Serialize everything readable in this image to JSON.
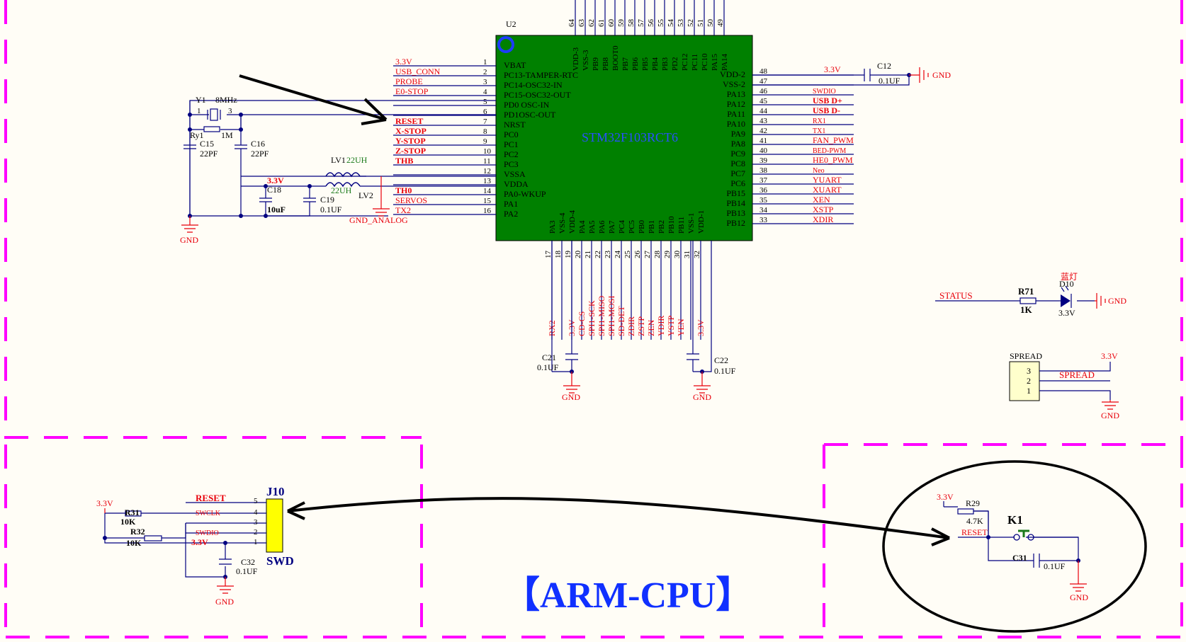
{
  "chip": {
    "designator": "U2",
    "part": "STM32F103RCT6",
    "left_pins": [
      {
        "num": "1",
        "name": "VBAT",
        "net": "3.3V"
      },
      {
        "num": "2",
        "name": "PC13-TAMPER-RTC",
        "net": "USB_CONN"
      },
      {
        "num": "3",
        "name": "PC14-OSC32-IN",
        "net": "PROBE"
      },
      {
        "num": "4",
        "name": "PC15-OSC32-OUT",
        "net": "E0-STOP"
      },
      {
        "num": "5",
        "name": "PD0 OSC-IN",
        "net": ""
      },
      {
        "num": "6",
        "name": "PD1OSC-OUT",
        "net": ""
      },
      {
        "num": "7",
        "name": "NRST",
        "net": "RESET"
      },
      {
        "num": "8",
        "name": "PC0",
        "net": "X-STOP"
      },
      {
        "num": "9",
        "name": "PC1",
        "net": "Y-STOP"
      },
      {
        "num": "10",
        "name": "PC2",
        "net": "Z-STOP"
      },
      {
        "num": "11",
        "name": "PC3",
        "net": "THB"
      },
      {
        "num": "12",
        "name": "VSSA",
        "net": ""
      },
      {
        "num": "13",
        "name": "VDDA",
        "net": ""
      },
      {
        "num": "14",
        "name": "PA0-WKUP",
        "net": "TH0"
      },
      {
        "num": "15",
        "name": "PA1",
        "net": "SERVOS"
      },
      {
        "num": "16",
        "name": "PA2",
        "net": "TX2"
      }
    ],
    "right_pins": [
      {
        "num": "48",
        "name": "VDD-2",
        "net": "3.3V"
      },
      {
        "num": "47",
        "name": "VSS-2",
        "net": ""
      },
      {
        "num": "46",
        "name": "PA13",
        "net": "SWDIO"
      },
      {
        "num": "45",
        "name": "PA12",
        "net": "USB D+"
      },
      {
        "num": "44",
        "name": "PA11",
        "net": "USB D-"
      },
      {
        "num": "43",
        "name": "PA10",
        "net": "RX1"
      },
      {
        "num": "42",
        "name": "PA9",
        "net": "TX1"
      },
      {
        "num": "41",
        "name": "PA8",
        "net": "FAN_PWM"
      },
      {
        "num": "40",
        "name": "PC9",
        "net": "BED-PWM"
      },
      {
        "num": "39",
        "name": "PC8",
        "net": "HE0_PWM"
      },
      {
        "num": "38",
        "name": "PC7",
        "net": "Neo"
      },
      {
        "num": "37",
        "name": "PC6",
        "net": "YUART"
      },
      {
        "num": "36",
        "name": "PB15",
        "net": "XUART"
      },
      {
        "num": "35",
        "name": "PB14",
        "net": "XEN"
      },
      {
        "num": "34",
        "name": "PB13",
        "net": "XSTP"
      },
      {
        "num": "33",
        "name": "PB12",
        "net": "XDIR"
      }
    ],
    "top_pins": [
      {
        "num": "64",
        "name": "VDD-3"
      },
      {
        "num": "63",
        "name": "VSS-3"
      },
      {
        "num": "62",
        "name": "PB9"
      },
      {
        "num": "61",
        "name": "PB8"
      },
      {
        "num": "60",
        "name": "BOOT0"
      },
      {
        "num": "59",
        "name": "PB7"
      },
      {
        "num": "58",
        "name": "PB6"
      },
      {
        "num": "57",
        "name": "PB5"
      },
      {
        "num": "56",
        "name": "PB4"
      },
      {
        "num": "55",
        "name": "PB3"
      },
      {
        "num": "54",
        "name": "PD2"
      },
      {
        "num": "53",
        "name": "PC12"
      },
      {
        "num": "52",
        "name": "PC11"
      },
      {
        "num": "51",
        "name": "PC10"
      },
      {
        "num": "50",
        "name": "PA15"
      },
      {
        "num": "49",
        "name": "PA14"
      }
    ],
    "bottom_pins": [
      {
        "num": "17",
        "name": "PA3",
        "net": "RX2"
      },
      {
        "num": "18",
        "name": "VSS-4",
        "net": ""
      },
      {
        "num": "19",
        "name": "VDD-4",
        "net": "3.3V"
      },
      {
        "num": "20",
        "name": "PA4",
        "net": "CD-CS"
      },
      {
        "num": "21",
        "name": "PA5",
        "net": "SPI1-SCK"
      },
      {
        "num": "22",
        "name": "PA6",
        "net": "SPI1-MISO"
      },
      {
        "num": "23",
        "name": "PA7",
        "net": "SPI1-MOSI"
      },
      {
        "num": "24",
        "name": "PC4",
        "net": "SD-DET"
      },
      {
        "num": "25",
        "name": "PC5",
        "net": "ZDIR"
      },
      {
        "num": "26",
        "name": "PB0",
        "net": "ZSTP"
      },
      {
        "num": "27",
        "name": "PB1",
        "net": "ZEN"
      },
      {
        "num": "28",
        "name": "PB2",
        "net": "YDIR"
      },
      {
        "num": "29",
        "name": "PB10",
        "net": "YSTP"
      },
      {
        "num": "30",
        "name": "PB11",
        "net": "YEN"
      },
      {
        "num": "31",
        "name": "VSS-1",
        "net": ""
      },
      {
        "num": "32",
        "name": "VDD-1",
        "net": "3.3V"
      }
    ]
  },
  "osc": {
    "crystal": "Y1",
    "freq": "8MHz",
    "pin1": "1",
    "pin3": "3",
    "res": "Ry1",
    "res_val": "1M",
    "c15": "C15",
    "c15_val": "22PF",
    "c16": "C16",
    "c16_val": "22PF",
    "gnd": "GND"
  },
  "analog": {
    "lv1": "LV1",
    "lv1_val": "22UH",
    "lv2": "LV2",
    "lv2_val": "22UH",
    "vcc": "3.3V",
    "c18": "C18",
    "c18_val": "10uF",
    "c19": "C19",
    "c19_val": "0.1UF",
    "gnd": "GND_ANALOG"
  },
  "c12": {
    "name": "C12",
    "val": "0.1UF",
    "vcc": "3.3V",
    "gnd": "GND"
  },
  "c21": {
    "name": "C21",
    "val": "0.1UF",
    "gnd": "GND"
  },
  "c22": {
    "name": "C22",
    "val": "0.1UF",
    "gnd": "GND"
  },
  "status": {
    "net": "STATUS",
    "res": "R71",
    "res_val": "1K",
    "led": "D10",
    "led_cn": "蓝灯",
    "vcc": "3.3V",
    "gnd": "GND"
  },
  "spread": {
    "name": "SPREAD",
    "vcc": "3.3V",
    "net": "SPREAD",
    "pins": [
      "3",
      "2",
      "1"
    ],
    "gnd": "GND"
  },
  "swd": {
    "designator": "J10",
    "name": "SWD",
    "vcc": "3.3V",
    "r31": "R31",
    "r31_val": "10K",
    "r32": "R32",
    "r32_val": "10K",
    "nets": [
      "RESET",
      "SWCLK",
      "",
      "SWDIO",
      "3.3V"
    ],
    "pins": [
      "5",
      "4",
      "3",
      "2",
      "1"
    ],
    "c32": "C32",
    "c32_val": "0.1UF",
    "gnd": "GND"
  },
  "reset": {
    "vcc": "3.3V",
    "r29": "R29",
    "r29_val": "4.7K",
    "net": "RESET",
    "k1": "K1",
    "c31": "C31",
    "c31_val": "0.1UF",
    "gnd": "GND"
  },
  "title": "【ARM-CPU】",
  "colors": {
    "wire": "#000080",
    "net": "#e8000b",
    "chip": "#008000",
    "frame": "#ff00ff",
    "connector": "#ffff00"
  }
}
